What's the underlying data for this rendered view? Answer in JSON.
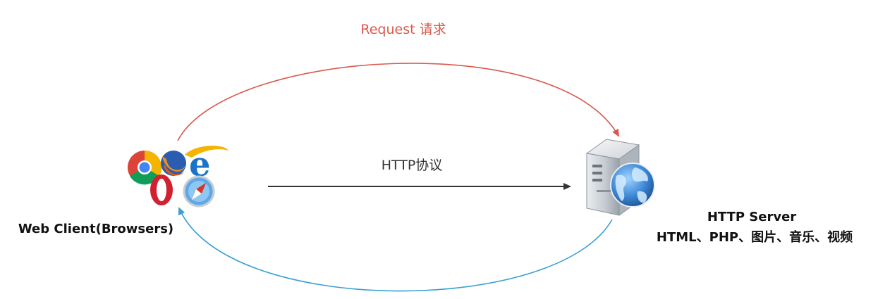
{
  "request": {
    "label": "Request 请求",
    "color": "#d9594c"
  },
  "response": {
    "color": "#3a9fd1"
  },
  "protocol": {
    "label": "HTTP协议",
    "color": "#333333"
  },
  "client": {
    "label": "Web Client(Browsers)",
    "icons": [
      "chrome-icon",
      "firefox-icon",
      "ie-icon",
      "opera-icon",
      "safari-icon"
    ]
  },
  "server": {
    "title": "HTTP Server",
    "resources": "HTML、PHP、图片、音乐、视频",
    "icons": [
      "server-tower-icon",
      "globe-icon"
    ]
  }
}
